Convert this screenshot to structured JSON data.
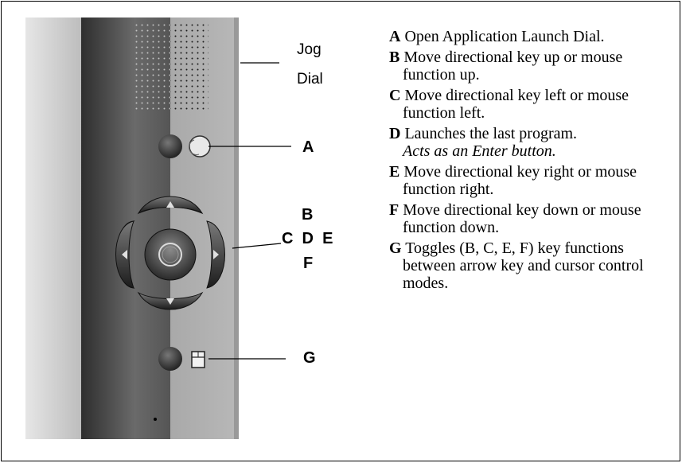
{
  "callouts": {
    "jog_line1": "Jog",
    "jog_line2": "Dial",
    "a": "A",
    "b": "B",
    "cde": "C  D  E",
    "f": "F",
    "g": "G"
  },
  "legend": [
    {
      "key": "A",
      "text": " Open Application Launch Dial.",
      "note": ""
    },
    {
      "key": "B",
      "text": " Move directional key up or mouse function up.",
      "note": ""
    },
    {
      "key": "C",
      "text": " Move directional key left or mouse function left.",
      "note": ""
    },
    {
      "key": "D",
      "text": " Launches the last program.",
      "note": "Acts as an Enter button."
    },
    {
      "key": "E",
      "text": " Move directional key right or mouse function right.",
      "note": ""
    },
    {
      "key": "F",
      "text": " Move directional key down or mouse function down.",
      "note": ""
    },
    {
      "key": "G",
      "text": " Toggles (B, C, E, F) key functions between arrow key and cursor control modes.",
      "note": ""
    }
  ],
  "colors": {
    "panel_left": "#cfcfcf",
    "panel_dark": "#3a3a3a",
    "panel_mid": "#9e9e9e",
    "panel_light": "#bdbdbd",
    "button_dark": "#2a2a2a"
  }
}
